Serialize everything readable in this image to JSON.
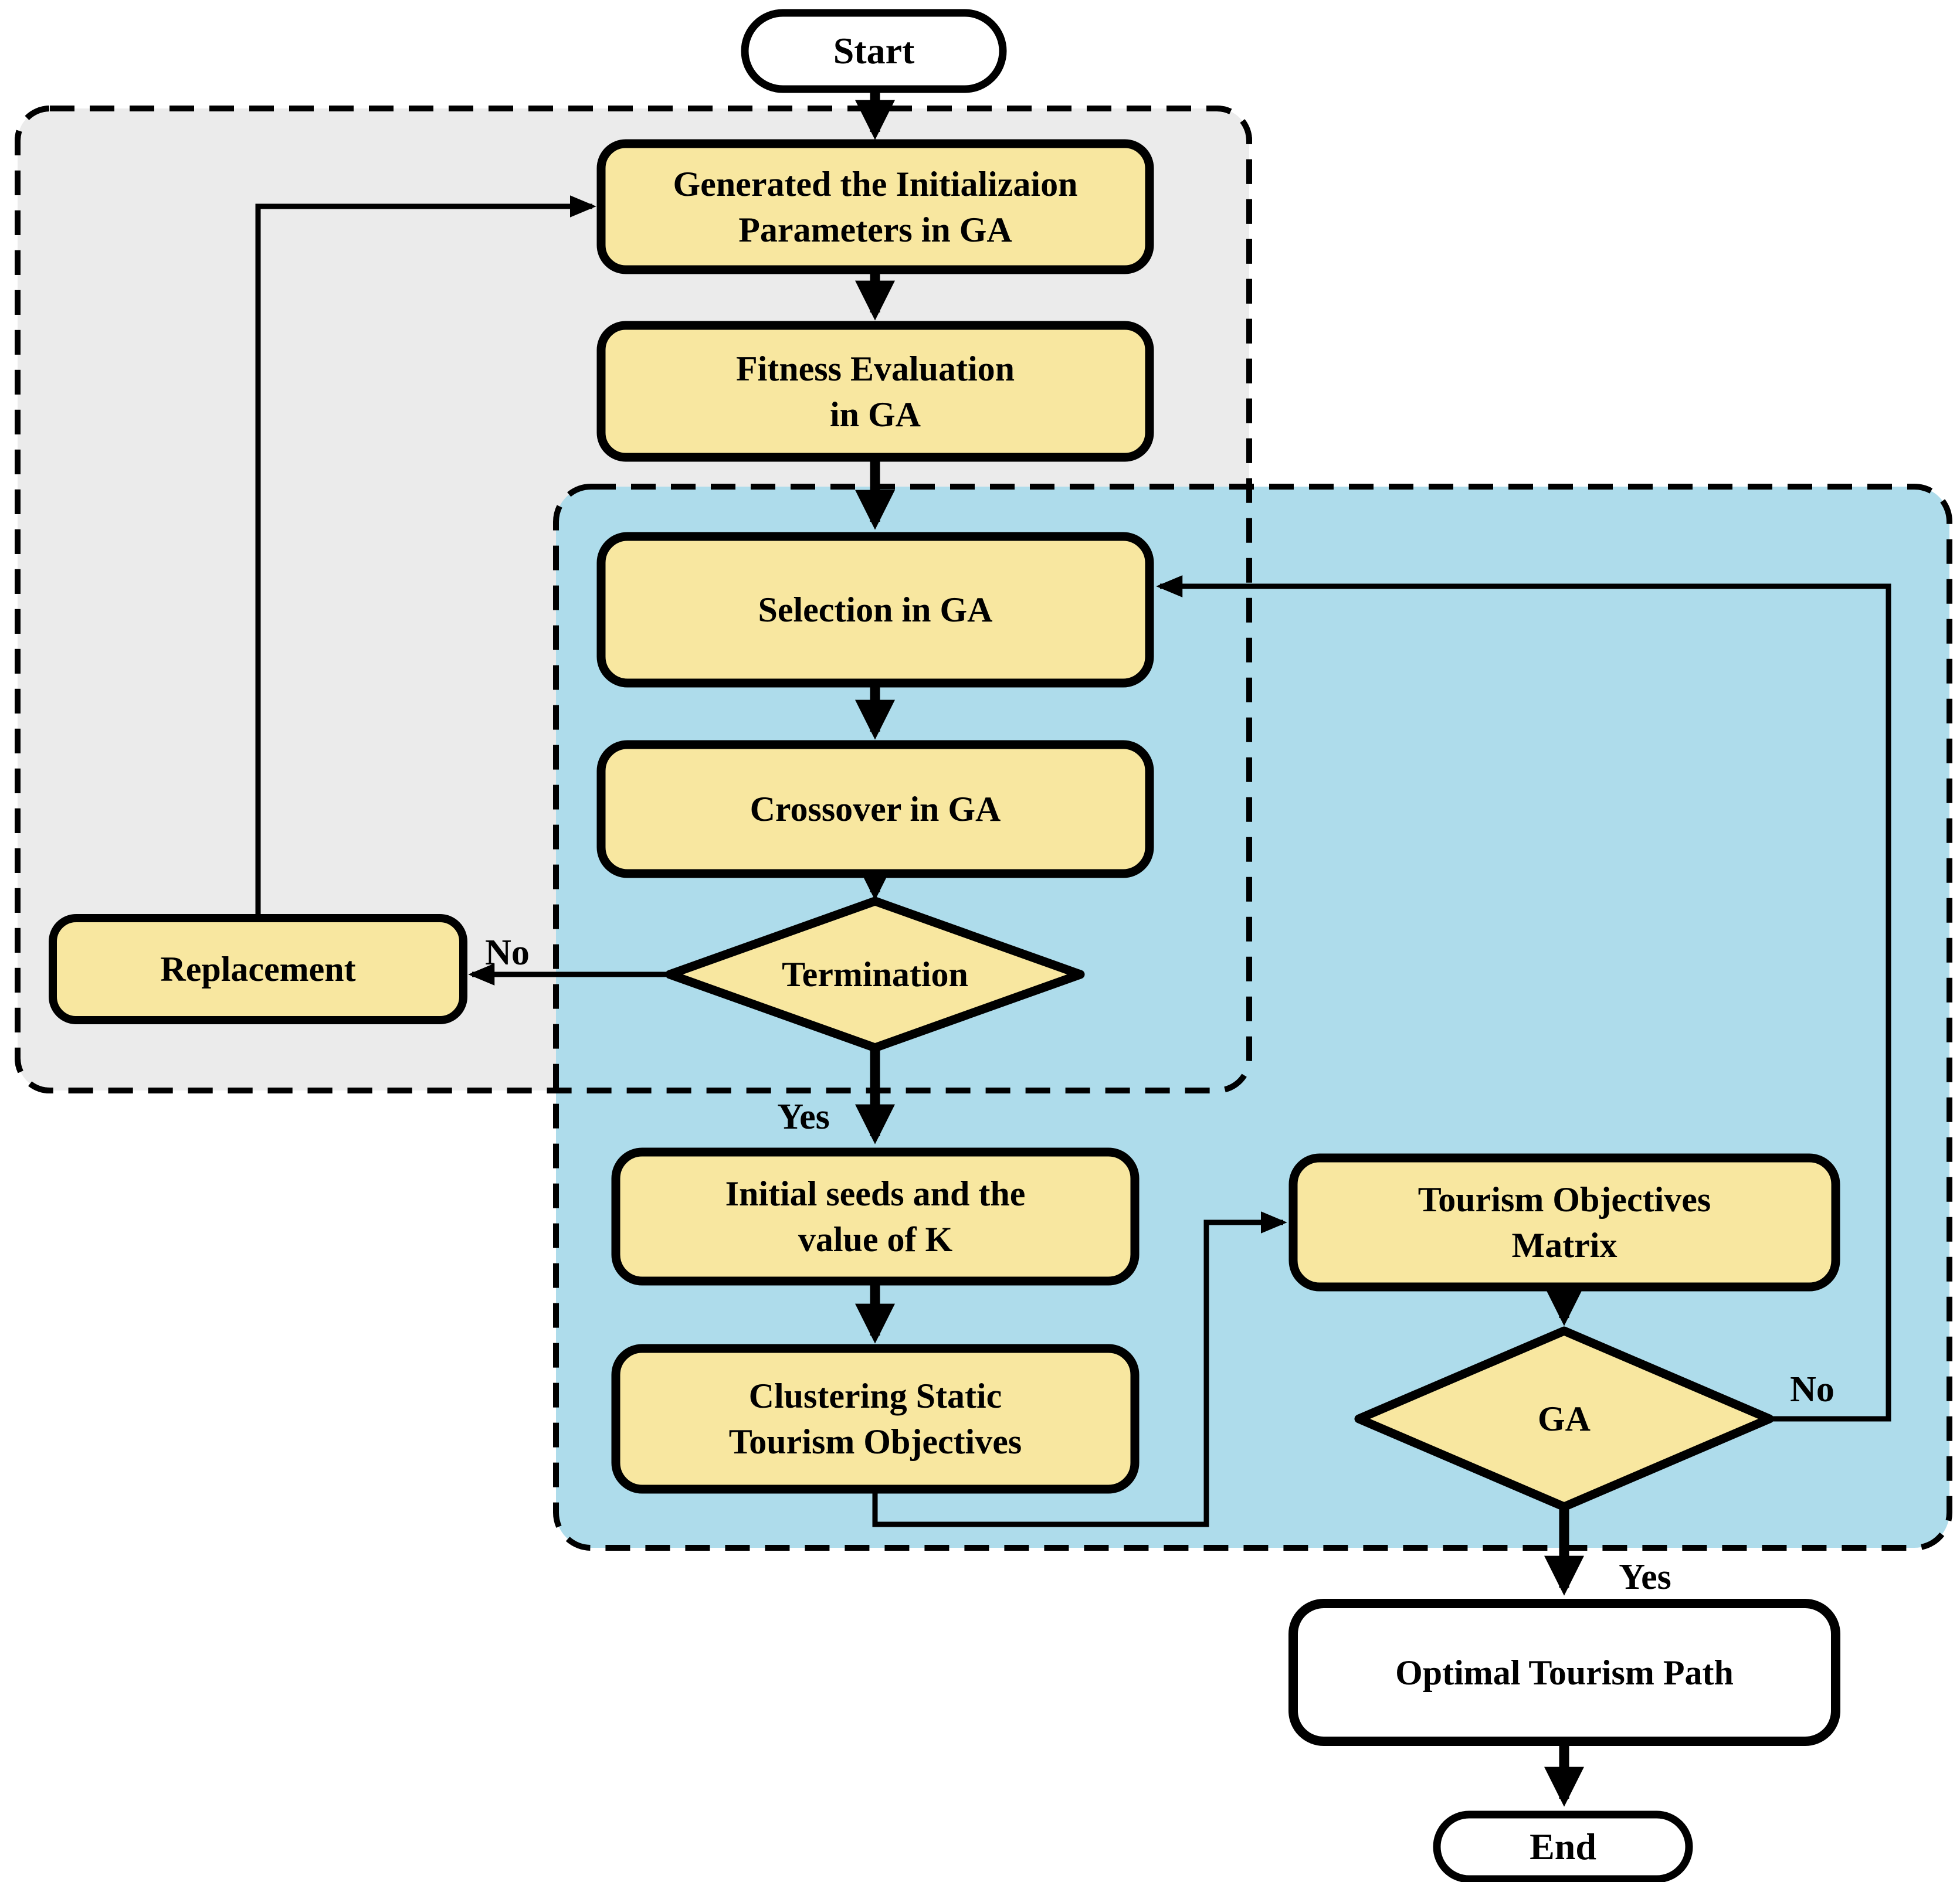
{
  "diagram": {
    "nodes": {
      "start": {
        "label": "Start"
      },
      "init": {
        "line1": "Generated the Initializaion",
        "line2": "Parameters in GA"
      },
      "fitness": {
        "line1": "Fitness Evaluation",
        "line2": "in GA"
      },
      "selection": {
        "label": "Selection in GA"
      },
      "crossover": {
        "label": "Crossover in GA"
      },
      "termination": {
        "label": "Termination"
      },
      "replacement": {
        "label": "Replacement"
      },
      "initial_seeds": {
        "line1": "Initial seeds and the",
        "line2": "value of K"
      },
      "clustering": {
        "line1": "Clustering Static",
        "line2": "Tourism Objectives"
      },
      "matrix": {
        "line1": "Tourism Objectives",
        "line2": "Matrix"
      },
      "ga": {
        "label": "GA"
      },
      "optimal": {
        "label": "Optimal Tourism Path"
      },
      "end": {
        "label": "End"
      }
    },
    "edge_labels": {
      "termination_no": "No",
      "termination_yes": "Yes",
      "ga_no": "No",
      "ga_yes": "Yes"
    },
    "colors": {
      "node_fill": "#F8E7A0",
      "terminal_fill": "#FFFFFF",
      "ga_region_fill": "#EBEBEB",
      "clustering_region_fill": "#AEDCEB",
      "stroke": "#000000"
    }
  }
}
